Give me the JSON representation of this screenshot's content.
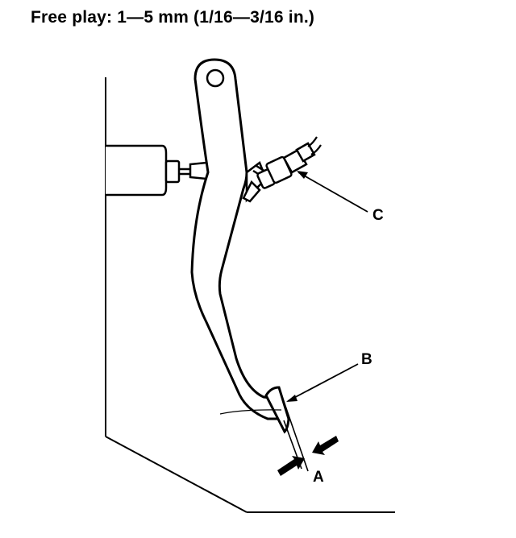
{
  "title": "Free play:  1—5 mm (1/16—3/16 in.)",
  "labels": {
    "a": "A",
    "b": "B",
    "c": "C"
  },
  "colors": {
    "ink": "#000000",
    "paper": "#ffffff"
  }
}
